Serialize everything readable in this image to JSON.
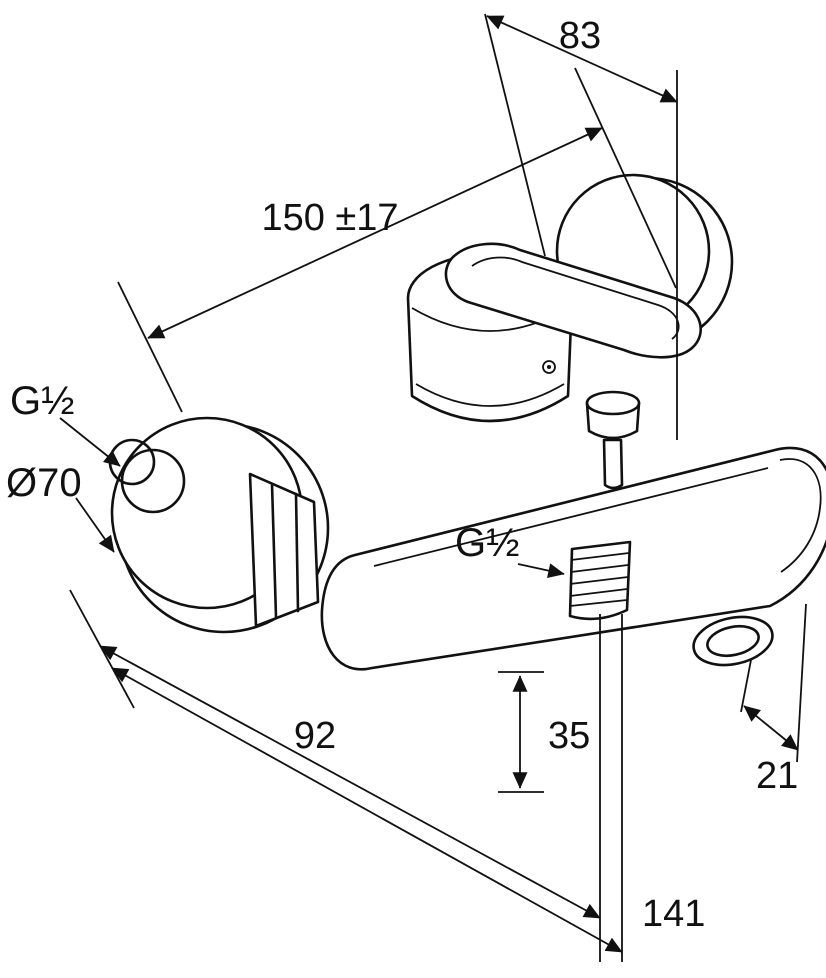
{
  "colors": {
    "ink": "#111111",
    "paper": "#ffffff"
  },
  "labels": {
    "dim_83": "83",
    "dim_150": "150 ±17",
    "thread_wall": "G½",
    "escutcheon_diameter": "Ø70",
    "thread_shower_outlet": "G½",
    "dim_35": "35",
    "dim_92": "92",
    "dim_21": "21",
    "dim_141": "141"
  }
}
